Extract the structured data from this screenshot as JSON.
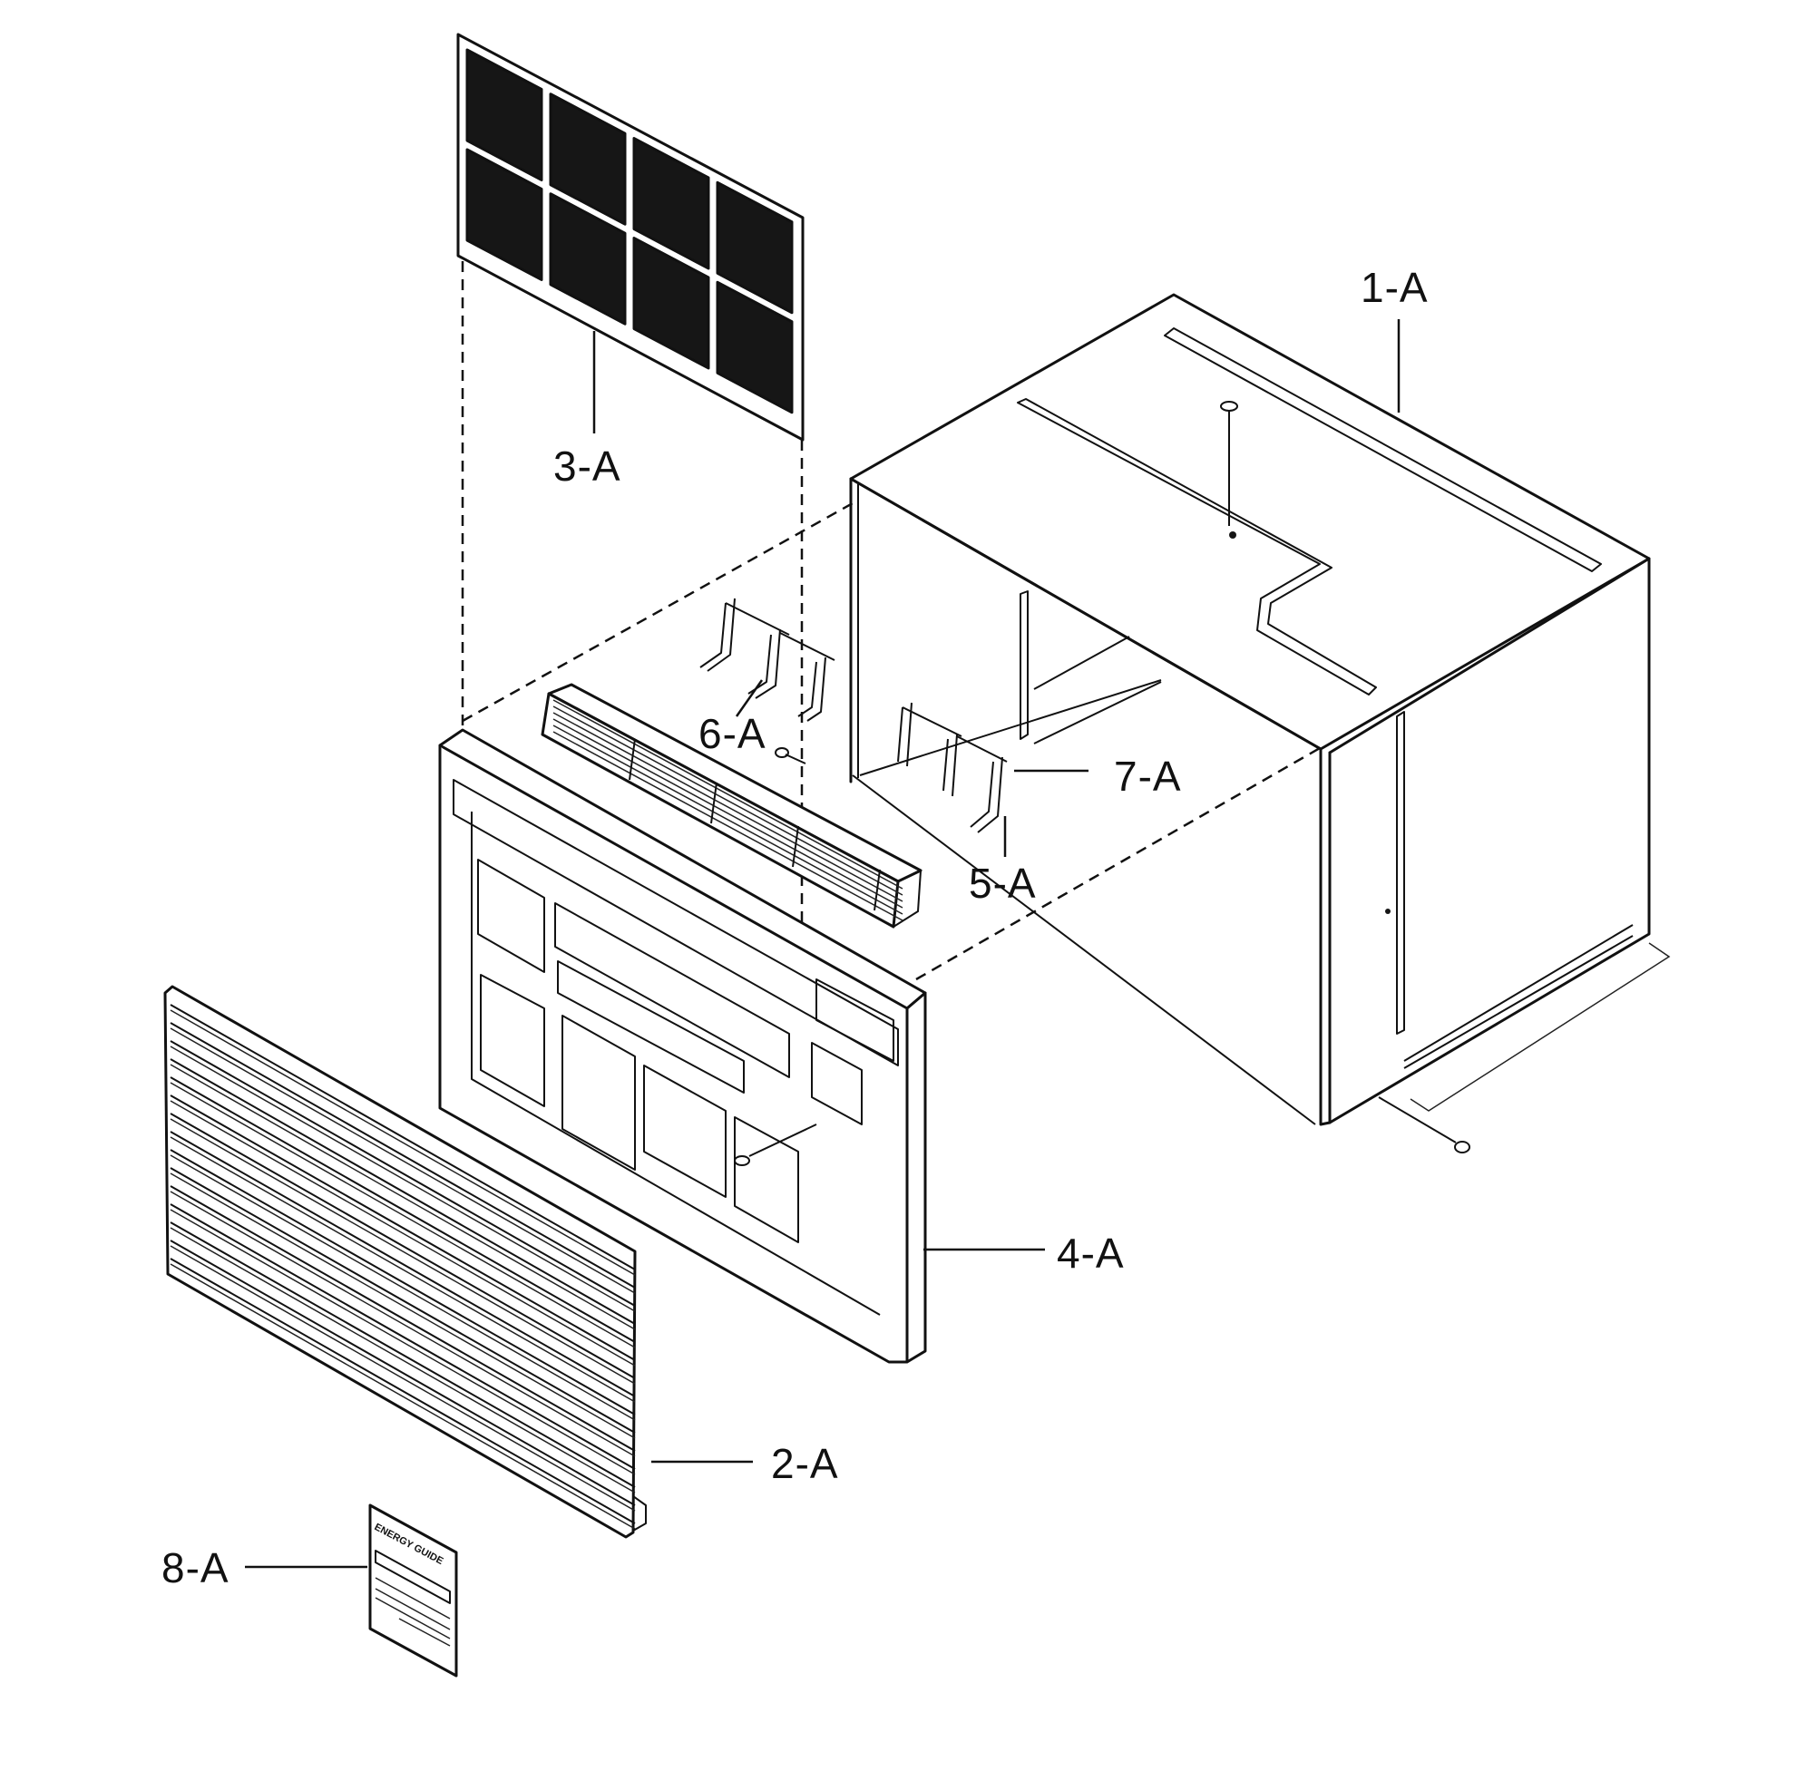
{
  "diagram": {
    "callouts": [
      {
        "id": "1-A",
        "label": "1-A"
      },
      {
        "id": "2-A",
        "label": "2-A"
      },
      {
        "id": "3-A",
        "label": "3-A"
      },
      {
        "id": "4-A",
        "label": "4-A"
      },
      {
        "id": "5-A",
        "label": "5-A"
      },
      {
        "id": "6-A",
        "label": "6-A"
      },
      {
        "id": "7-A",
        "label": "7-A"
      },
      {
        "id": "8-A",
        "label": "8-A"
      }
    ],
    "energy_label_text": "ENERGY GUIDE"
  },
  "colors": {
    "line": "#111111",
    "background": "#ffffff",
    "filter_mesh": "#161616"
  }
}
